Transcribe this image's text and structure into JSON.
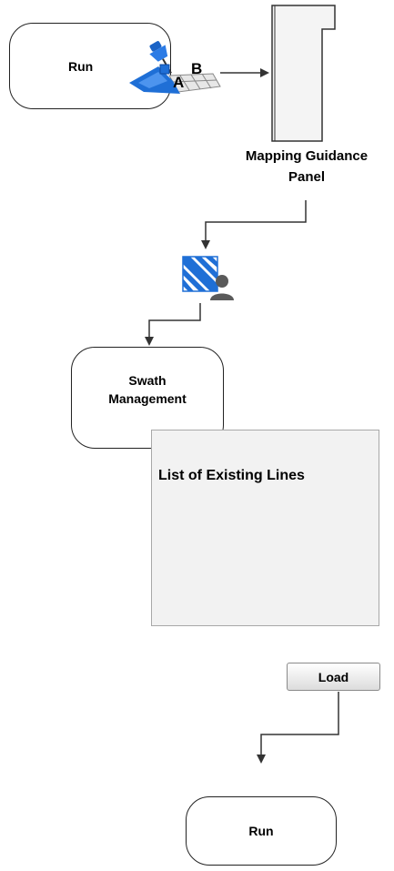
{
  "nodes": {
    "run_top": {
      "label": "Run"
    },
    "mapping_panel": {
      "caption_line1": "Mapping Guidance",
      "caption_line2": "Panel"
    },
    "swath": {
      "line1": "Swath",
      "line2": "Management"
    },
    "list_panel": {
      "title": "List of Existing Lines"
    },
    "load_button": {
      "label": "Load"
    },
    "run_bottom": {
      "label": "Run"
    }
  },
  "ab_icon": {
    "label_a": "A",
    "label_b": "B"
  },
  "icons": {
    "ab_line": "map-pin-ab-line-icon",
    "swath_manager": "striped-swath-user-icon"
  },
  "colors": {
    "accent_blue": "#1f6fd6",
    "panel_fill": "#f2f2f2",
    "arrow": "#333333"
  }
}
